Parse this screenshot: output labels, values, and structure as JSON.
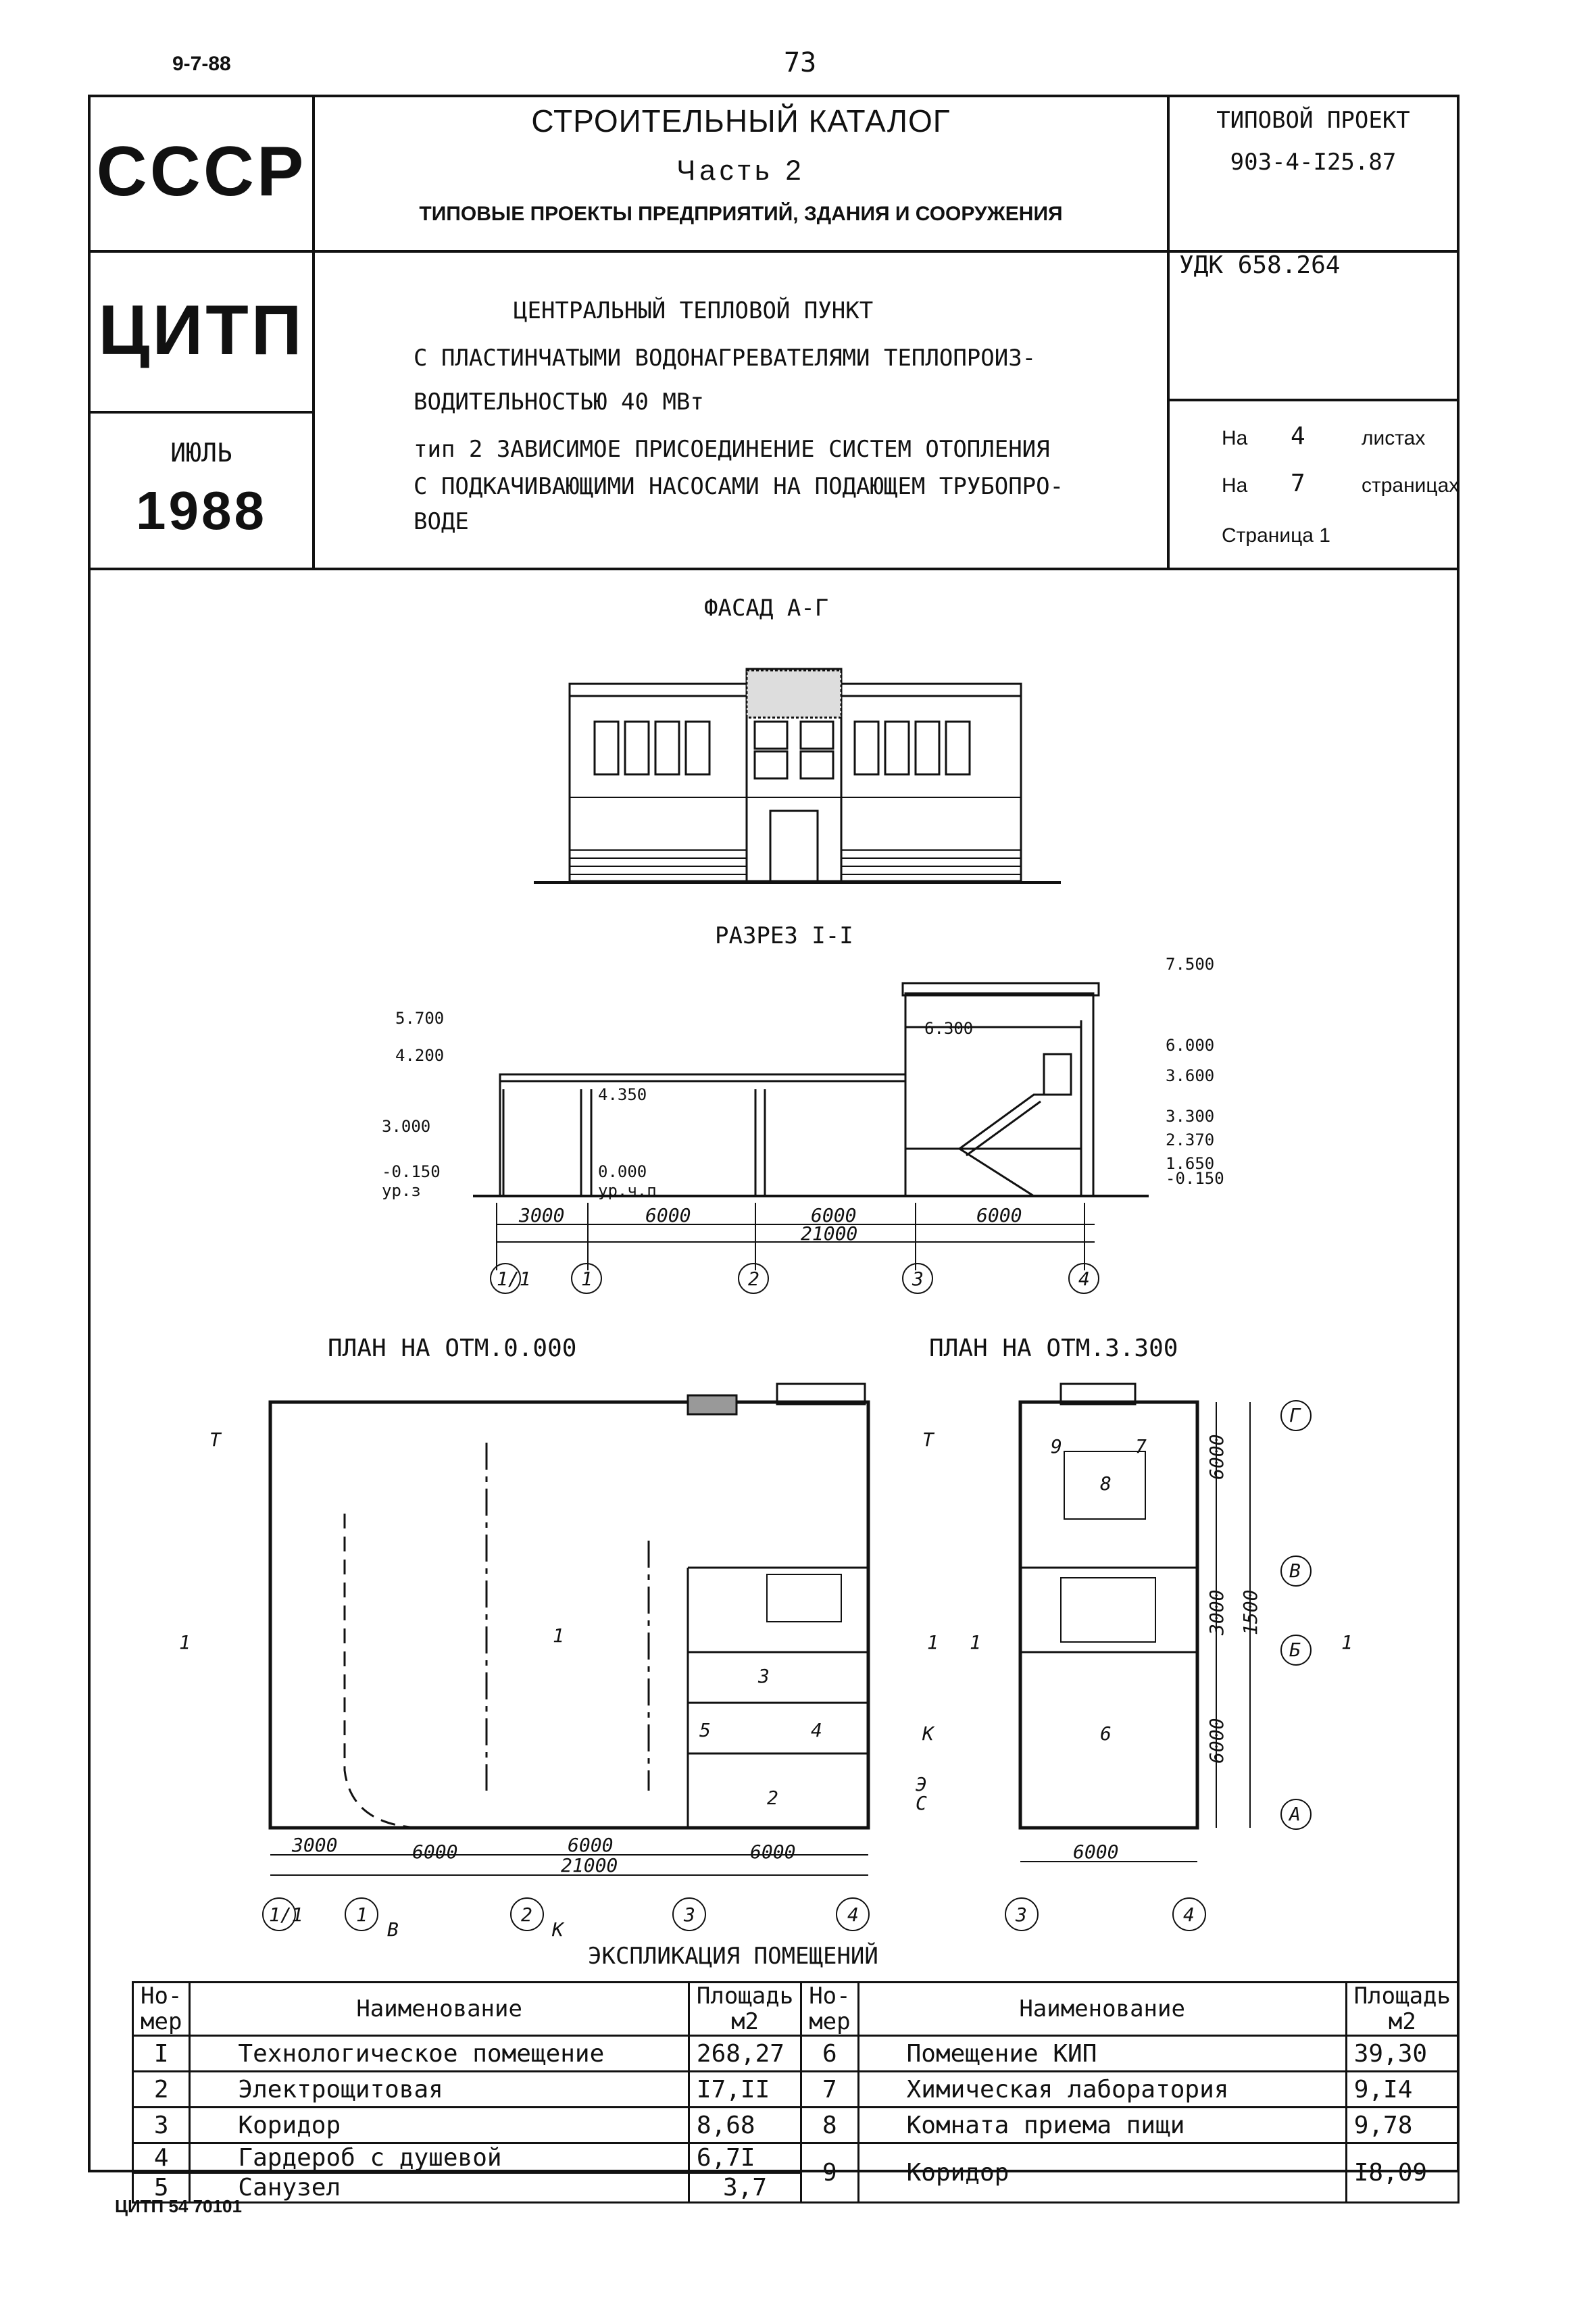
{
  "page": {
    "date": "9-7-88",
    "page_number": "73",
    "footer_code": "ЦИТП 54 70101"
  },
  "header": {
    "ussr": "СССР",
    "catalog_title": "СТРОИТЕЛЬНЫЙ КАТАЛОГ",
    "part": "Часть 2",
    "subtitle": "ТИПОВЫЕ ПРОЕКТЫ ПРЕДПРИЯТИЙ, ЗДАНИЯ И СООРУЖЕНИЯ",
    "project_label": "ТИПОВОЙ ПРОЕКТ",
    "project_number": "903-4-I25.87",
    "citp": "ЦИТП",
    "month": "ИЮЛЬ",
    "year": "1988",
    "udk": "УДК 658.264",
    "desc_line1": "ЦЕНТРАЛЬНЫЙ ТЕПЛОВОЙ ПУНКТ",
    "desc_line2": "С ПЛАСТИНЧАТЫМИ ВОДОНАГРЕВАТЕЛЯМИ ТЕПЛОПРОИЗ-",
    "desc_line3": "ВОДИТЕЛЬНОСТЬЮ 40 МВт",
    "desc_line4": "тип 2 ЗАВИСИМОЕ ПРИСОЕДИНЕНИЕ СИСТЕМ ОТОПЛЕНИЯ",
    "desc_line5": "С ПОДКАЧИВАЮЩИМИ НАСОСАМИ НА ПОДАЮЩЕМ ТРУБОПРО-",
    "desc_line6": "ВОДЕ",
    "sheets_prefix": "На",
    "sheets_count": "4",
    "sheets_label": "листах",
    "pages_prefix": "На",
    "pages_count": "7",
    "pages_label": "страницах",
    "page_label": "Страница 1"
  },
  "drawings": {
    "facade_title": "ФАСАД А-Г",
    "section_title": "РАЗРЕЗ I-I",
    "plan1_title": "ПЛАН НА ОТМ.0.000",
    "plan2_title": "ПЛАН НА ОТМ.3.300",
    "expl_title": "ЭКСПЛИКАЦИЯ ПОМЕЩЕНИЙ",
    "elev_left": [
      "5.700",
      "4.200",
      "3.000",
      "-0.150",
      "ур.з"
    ],
    "elev_mid": [
      "4.350",
      "0.000",
      "ур.ч.п"
    ],
    "elev_top": "6.300",
    "elev_right": [
      "7.500",
      "6.000",
      "3.600",
      "3.300",
      "2.370",
      "1.650",
      "-0.150"
    ],
    "spans": [
      "3000",
      "6000",
      "6000",
      "6000"
    ],
    "total_span": "21000",
    "axes": [
      "1/1",
      "1",
      "2",
      "3",
      "4"
    ],
    "axes_letters": [
      "Г",
      "В",
      "Б",
      "А"
    ],
    "plan2_dims": [
      "6000",
      "3000",
      "1500",
      "6000"
    ],
    "plan2_width": "6000",
    "rooms1": [
      "1",
      "2",
      "3",
      "4",
      "5"
    ],
    "rooms2": [
      "9",
      "7",
      "8",
      "6"
    ],
    "marks": [
      "Т",
      "Т",
      "1",
      "1",
      "К",
      "Э",
      "С",
      "В",
      "К",
      "1",
      "1"
    ]
  },
  "explication": {
    "headers": {
      "num": "Но-мер",
      "name": "Наименование",
      "area": "Площадь м2"
    },
    "left_rows": [
      {
        "num": "I",
        "name": "Технологическое помещение",
        "area": "268,27"
      },
      {
        "num": "2",
        "name": "Электрощитовая",
        "area": "I7,II"
      },
      {
        "num": "3",
        "name": "Коридор",
        "area": "8,68"
      },
      {
        "num": "4",
        "name": "Гардероб с душевой",
        "area": "6,7I"
      },
      {
        "num": "5",
        "name": "Санузел",
        "area": "3,7"
      }
    ],
    "right_rows": [
      {
        "num": "6",
        "name": "Помещение КИП",
        "area": "39,30"
      },
      {
        "num": "7",
        "name": "Химическая лаборатория",
        "area": "9,I4"
      },
      {
        "num": "8",
        "name": "Комната приема пищи",
        "area": "9,78"
      },
      {
        "num": "9",
        "name": "Коридор",
        "area": "I8,09"
      }
    ]
  }
}
